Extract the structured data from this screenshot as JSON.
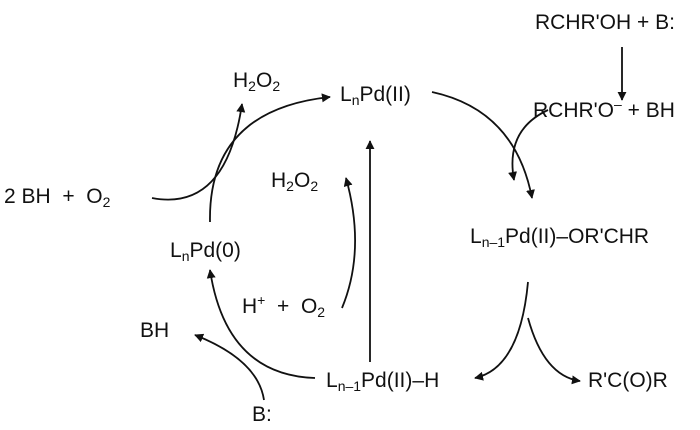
{
  "diagram": {
    "pd_ii": {
      "l": "L",
      "sub": "n",
      "rest": "Pd(II)"
    },
    "pd_0": {
      "l": "L",
      "sub": "n",
      "rest": "Pd(0)"
    },
    "pd_alkoxide": {
      "l": "L",
      "sub": "n–1",
      "rest": "Pd(II)–OR'CHR"
    },
    "pd_hydride": {
      "l": "L",
      "sub": "n–1",
      "rest": "Pd(II)–H"
    },
    "alcohol_base": "RCHR'OH + B:",
    "alkoxide": {
      "text": "RCHR'O",
      "sup": "–",
      "tail": " + BH"
    },
    "ketone": "R'C(O)R",
    "h2o2_left": {
      "h": "H",
      "sub1": "2",
      "o": "O",
      "sub2": "2"
    },
    "h2o2_inner": {
      "h": "H",
      "sub1": "2",
      "o": "O",
      "sub2": "2"
    },
    "reoxidation": {
      "pre": "2 BH  +  O",
      "sub": "2"
    },
    "proton_oxygen": {
      "h": "H",
      "sup": "+",
      "mid": "  +  O",
      "sub": "2"
    },
    "bh_out": "BH",
    "base_in": "B:",
    "colors": {
      "ink": "#111111",
      "background": "#ffffff"
    }
  }
}
